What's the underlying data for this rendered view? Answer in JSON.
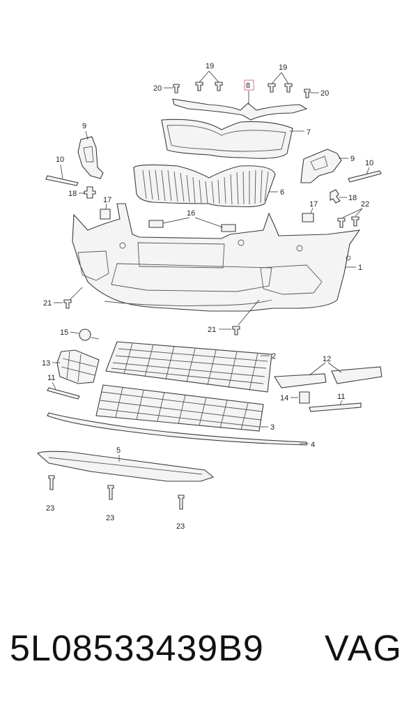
{
  "callouts": {
    "c1": "1",
    "c2": "2",
    "c3": "3",
    "c4": "4",
    "c5": "5",
    "c6": "6",
    "c7": "7",
    "c8": "8",
    "c9a": "9",
    "c9b": "9",
    "c10a": "10",
    "c10b": "10",
    "c11a": "11",
    "c11b": "11",
    "c12": "12",
    "c13": "13",
    "c14": "14",
    "c15": "15",
    "c16": "16",
    "c17a": "17",
    "c17b": "17",
    "c18a": "18",
    "c18b": "18",
    "c19a": "19",
    "c19b": "19",
    "c20a": "20",
    "c20b": "20",
    "c21a": "21",
    "c21b": "21",
    "c22": "22",
    "c23a": "23",
    "c23b": "23",
    "c23c": "23"
  },
  "footer": {
    "part_number": "5L08533439B9",
    "brand": "VAG"
  },
  "colors": {
    "highlight": "#d4728a",
    "line": "#333333"
  }
}
